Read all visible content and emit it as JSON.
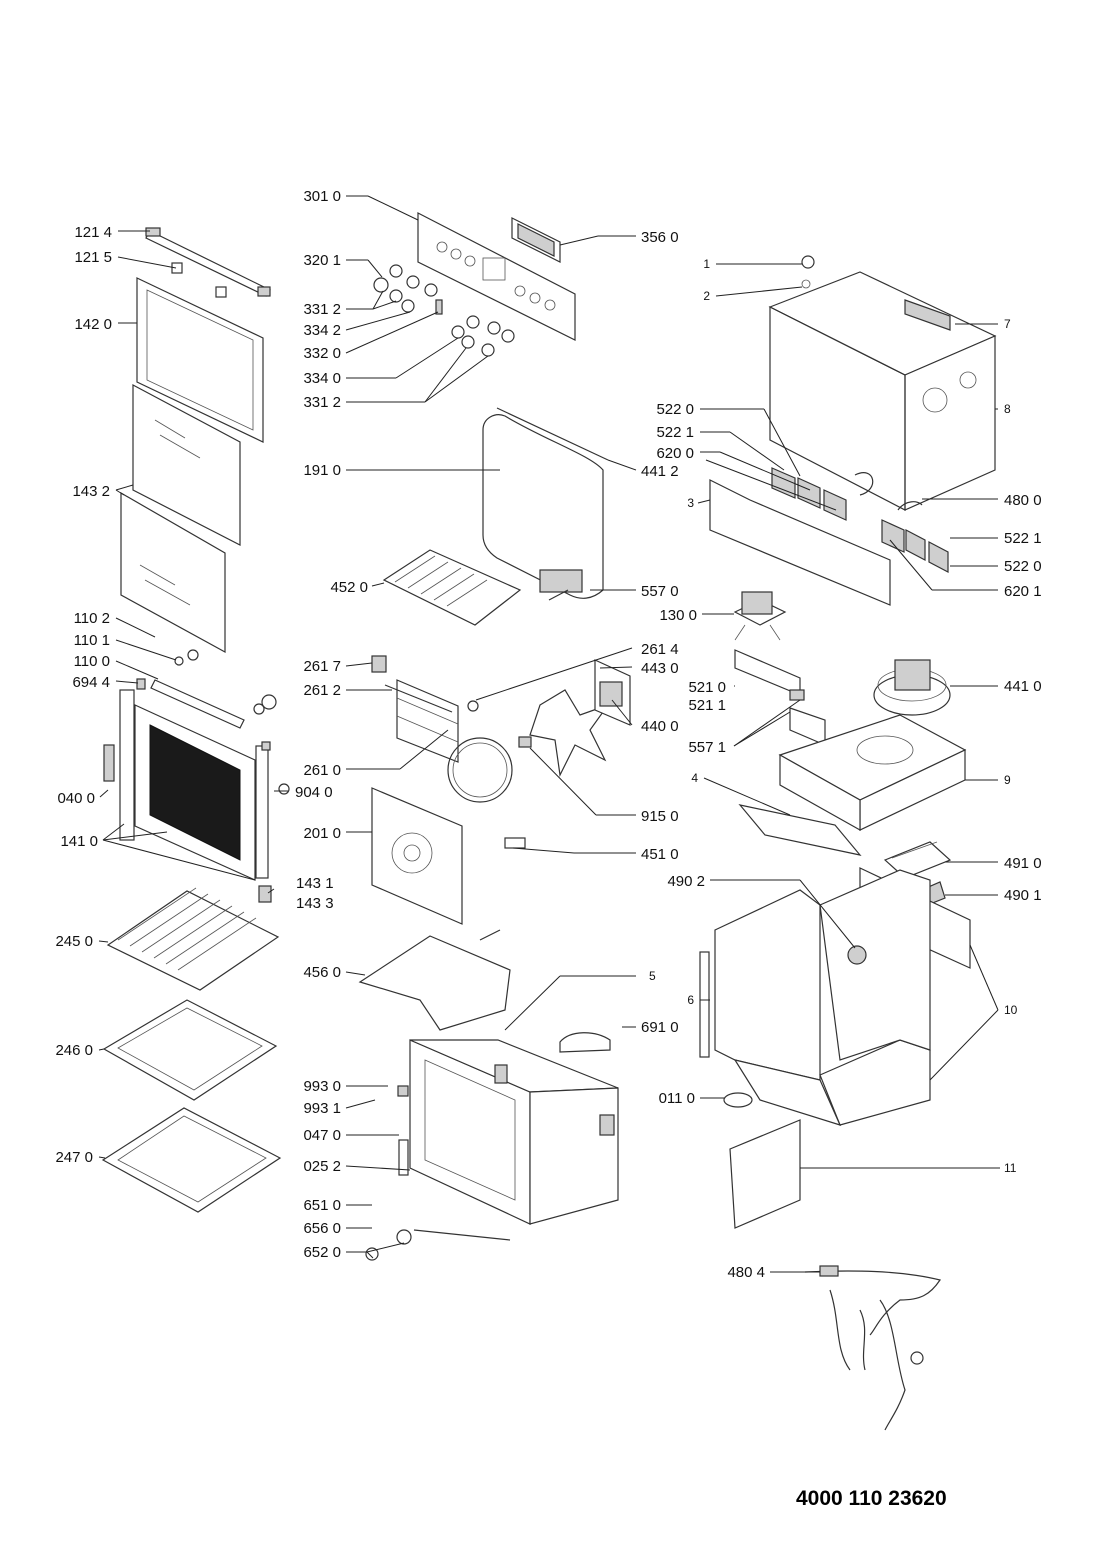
{
  "document_number": "4000 110 23620",
  "part_labels": [
    "121 4",
    "121 5",
    "142 0",
    "143 2",
    "110 2",
    "110 1",
    "110 0",
    "694 4",
    "040 0",
    "141 0",
    "904 0",
    "143 1",
    "143 3",
    "245 0",
    "246 0",
    "247 0",
    "301 0",
    "320 1",
    "331 2",
    "334 2",
    "332 0",
    "334 0",
    "331 2",
    "356 0",
    "191 0",
    "441 2",
    "452 0",
    "557 0",
    "130 0",
    "261 7",
    "261 2",
    "261 4",
    "443 0",
    "521 0",
    "521 1",
    "440 0",
    "557 1",
    "261 0",
    "915 0",
    "201 0",
    "451 0",
    "456 0",
    "5",
    "691 0",
    "993 0",
    "993 1",
    "047 0",
    "025 2",
    "651 0",
    "656 0",
    "652 0",
    "1",
    "2",
    "7",
    "8",
    "522 0",
    "522 1",
    "620 0",
    "3",
    "480 0",
    "522 1",
    "522 0",
    "620 1",
    "441 0",
    "4",
    "9",
    "491 0",
    "490 2",
    "490 1",
    "6",
    "10",
    "011 0",
    "11",
    "480 4"
  ]
}
